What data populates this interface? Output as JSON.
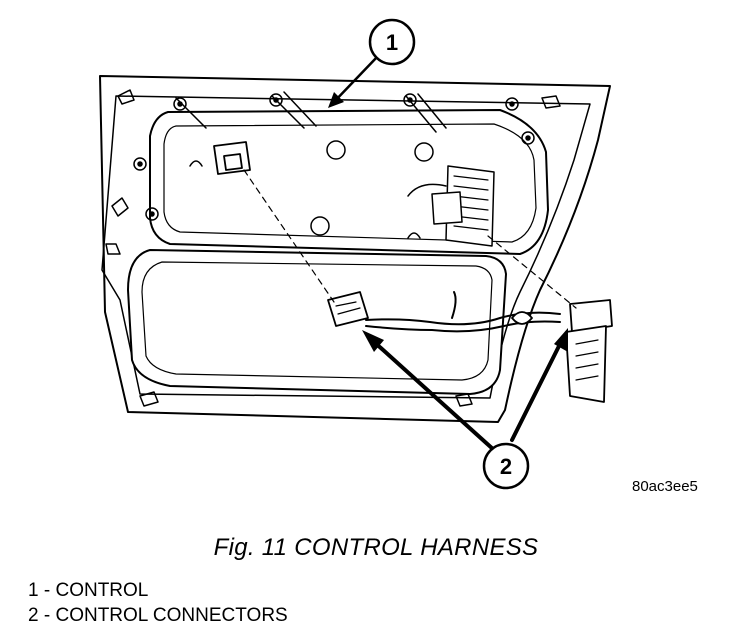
{
  "figure": {
    "code": "80ac3ee5",
    "caption": "Fig. 11 CONTROL HARNESS",
    "callouts": [
      {
        "number": "1"
      },
      {
        "number": "2"
      }
    ],
    "legend": [
      {
        "number": "1",
        "separator": "-",
        "text": "CONTROL"
      },
      {
        "number": "2",
        "separator": "-",
        "text": "CONTROL CONNECTORS"
      }
    ]
  }
}
